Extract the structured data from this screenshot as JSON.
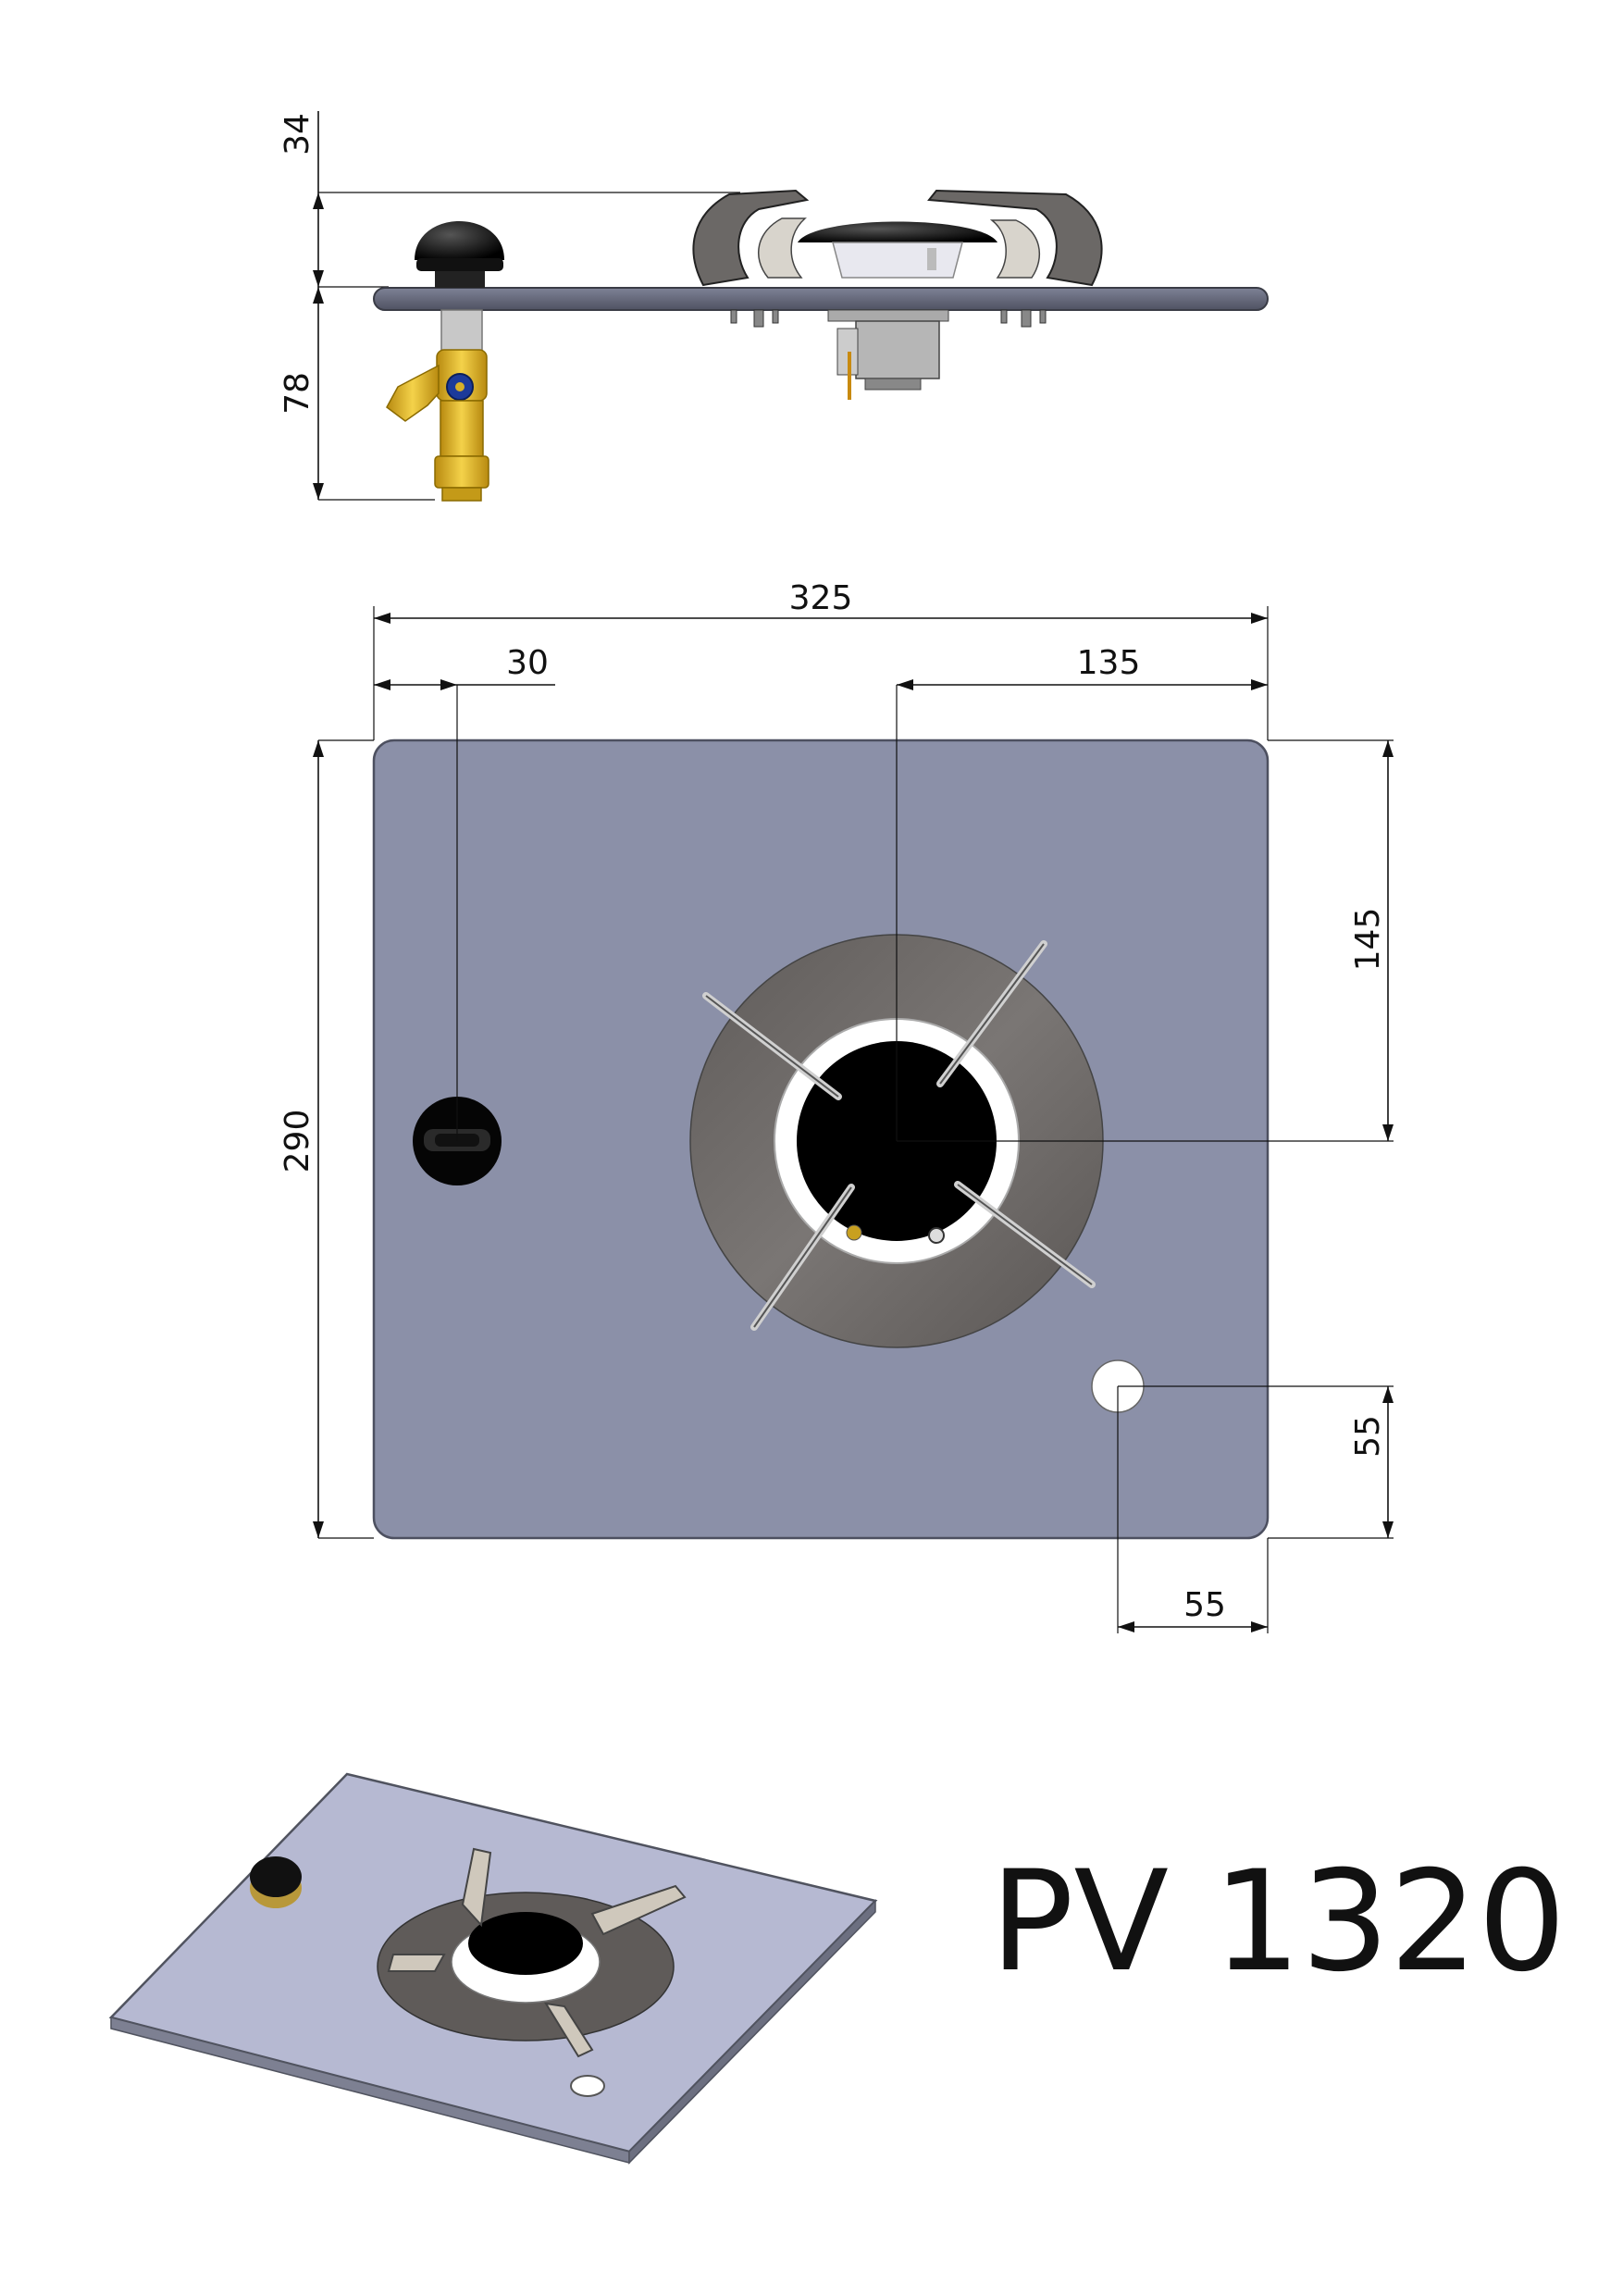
{
  "drawing": {
    "model_name": "PV 1320",
    "side_view": {
      "dim_top_height": "34",
      "dim_bottom_height": "78"
    },
    "top_view": {
      "dim_overall_width": "325",
      "dim_knob_offset": "30",
      "dim_burner_x": "135",
      "dim_burner_y": "145",
      "dim_overall_depth": "290",
      "dim_hole_y": "55",
      "dim_hole_x": "55"
    }
  },
  "colors": {
    "plate": "#8b90a8",
    "plate_edge": "#5c6070",
    "plate_iso": "#b6b9d2",
    "ring": "#6e6a68",
    "burner": "#000000",
    "brass": "#d8b028",
    "line": "#111111"
  }
}
